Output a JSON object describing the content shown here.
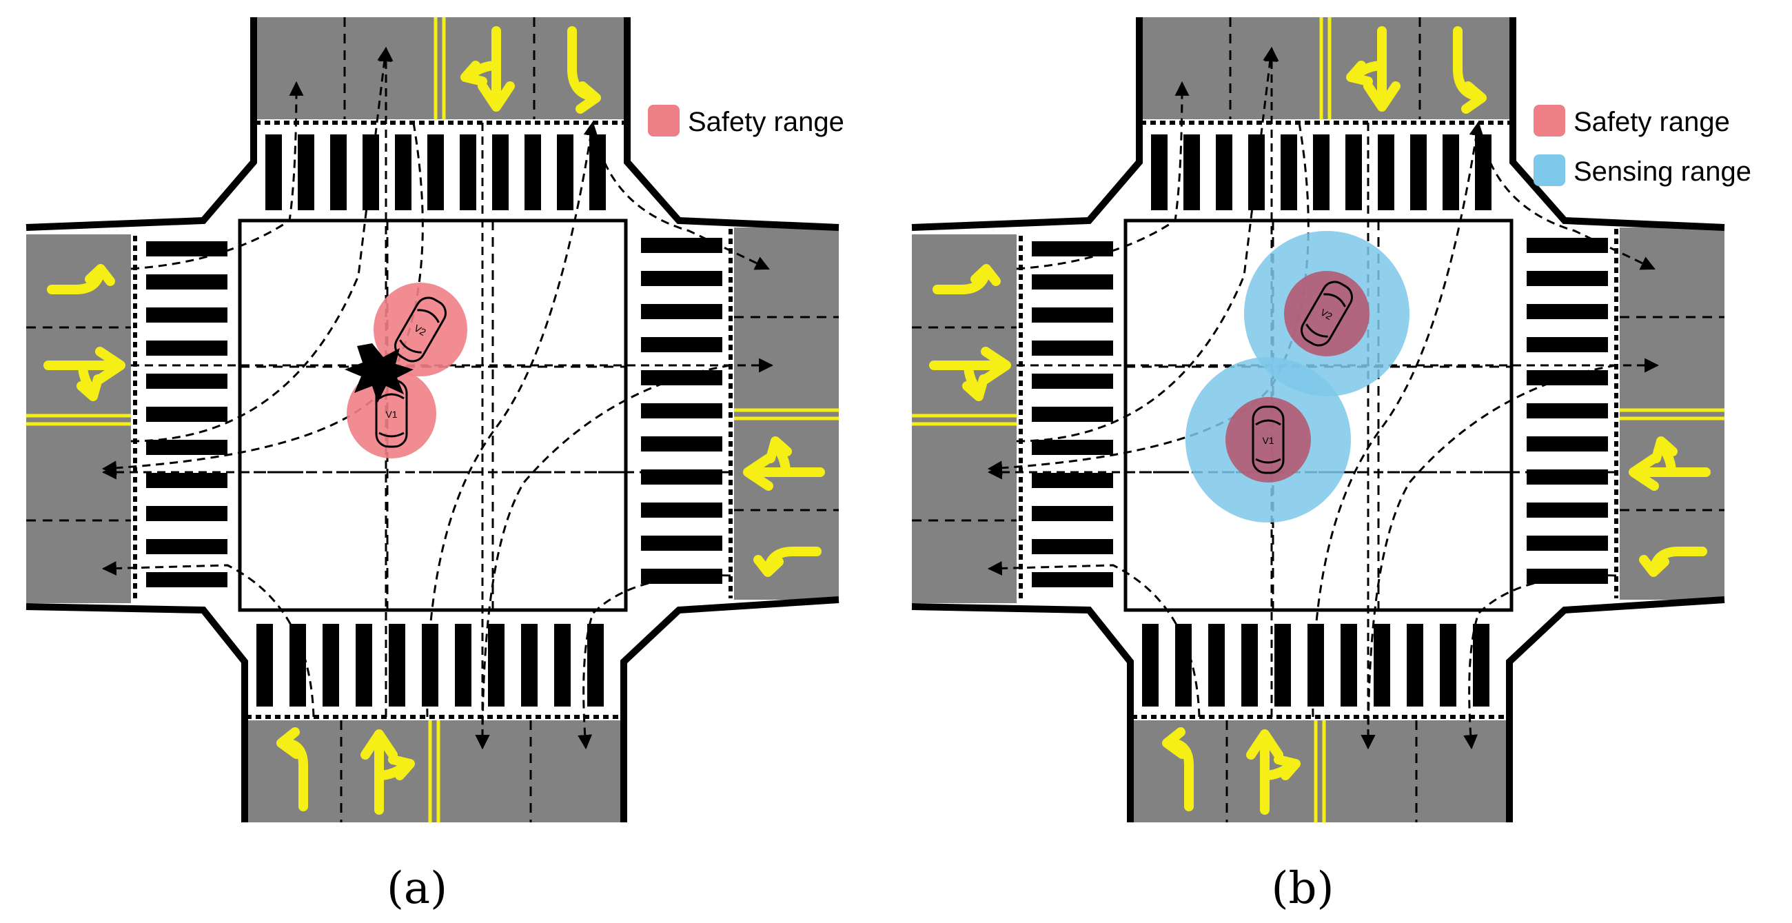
{
  "panels": [
    {
      "id": "a",
      "label": "(a)",
      "legend": [
        {
          "text": "Safety range",
          "color": "#ee7f86"
        }
      ],
      "cars": [
        {
          "label": "V1",
          "color": "#ee7f86"
        },
        {
          "label": "V2",
          "color": "#ee7f86"
        }
      ],
      "collision": true,
      "sensing": false
    },
    {
      "id": "b",
      "label": "(b)",
      "legend": [
        {
          "text": "Safety range",
          "color": "#ee7f86"
        },
        {
          "text": "Sensing range",
          "color": "#7ec8ea"
        }
      ],
      "cars": [
        {
          "label": "V1",
          "color": "#ee7f86"
        },
        {
          "label": "V2",
          "color": "#ee7f86"
        }
      ],
      "collision": false,
      "sensing": true
    }
  ],
  "colors": {
    "road": "#828282",
    "lane_mark": "#f5ef16",
    "crosswalk": "#000000",
    "safety": "#ee7f86",
    "sensing": "#7ec8ea"
  }
}
